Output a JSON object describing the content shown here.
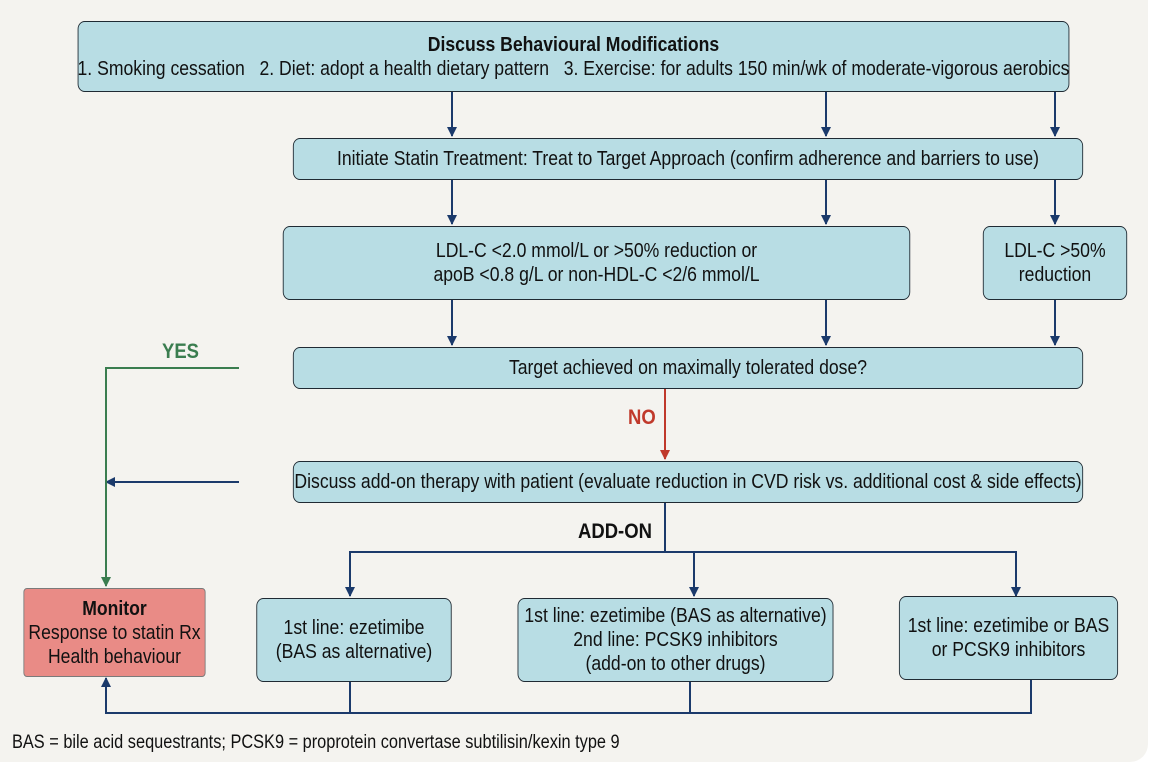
{
  "behaviour": {
    "title": "Discuss Behavioural Modifications",
    "items": "1. Smoking cessation   2. Diet: adopt a health dietary pattern   3. Exercise: for adults 150 min/wk of moderate-vigorous aerobics"
  },
  "statin": {
    "text": "Initiate Statin Treatment: Treat to Target Approach (confirm adherence and barriers to use)"
  },
  "target_main": {
    "line1": "LDL-C <2.0 mmol/L or >50% reduction or",
    "line2": "apoB <0.8 g/L or non-HDL-C <2/6 mmol/L"
  },
  "target_alt": {
    "line1": "LDL-C >50%",
    "line2": "reduction"
  },
  "question": {
    "text": "Target achieved on maximally tolerated dose?"
  },
  "labels": {
    "yes": "YES",
    "no": "NO",
    "addon": "ADD-ON"
  },
  "addon_discussion": {
    "text": "Discuss add-on therapy with patient (evaluate reduction in CVD risk vs. additional cost & side effects)"
  },
  "monitor": {
    "title": "Monitor",
    "line1": "Response to statin Rx",
    "line2": "Health behaviour"
  },
  "option1": {
    "line1": "1st line: ezetimibe",
    "line2": "(BAS as alternative)"
  },
  "option2": {
    "line1": "1st line: ezetimibe (BAS as alternative)",
    "line2": "2nd line: PCSK9 inhibitors",
    "line3": "(add-on to other drugs)"
  },
  "option3": {
    "line1": "1st line: ezetimibe or BAS",
    "line2": "or PCSK9 inhibitors"
  },
  "footnote": "BAS = bile acid sequestrants; PCSK9 = proprotein convertase subtilisin/kexin type 9",
  "colors": {
    "box_fill": "#b8dde4",
    "monitor_fill": "#e98b86",
    "line": "#1b3a6b",
    "yes": "#3a7d4f",
    "no": "#c0392b"
  }
}
